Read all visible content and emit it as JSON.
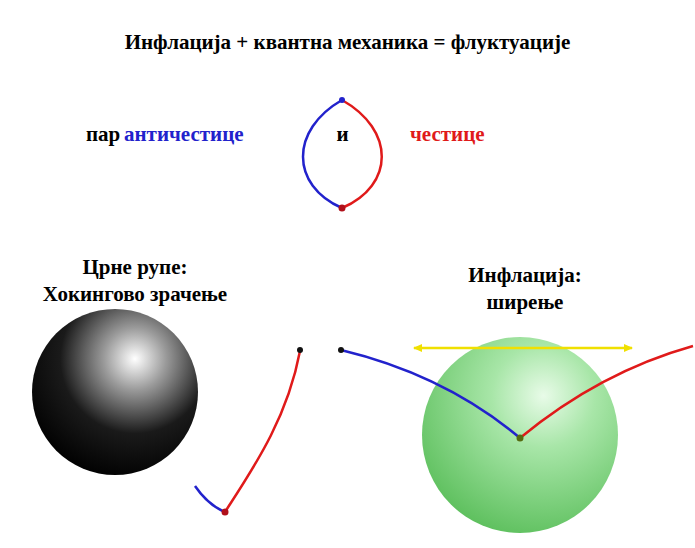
{
  "diagram": {
    "title": "Инфлација + квантна механика = флуктуације",
    "nodes": [
      {
        "text": [
          "и"
        ]
      },
      {
        "text": [
          "Црне рупе:",
          "Хокингово зрачење"
        ]
      },
      {
        "text": [
          "Инфлација:",
          "ширење"
        ]
      }
    ],
    "labels": [
      "пар",
      "античестице",
      "честице"
    ]
  }
}
